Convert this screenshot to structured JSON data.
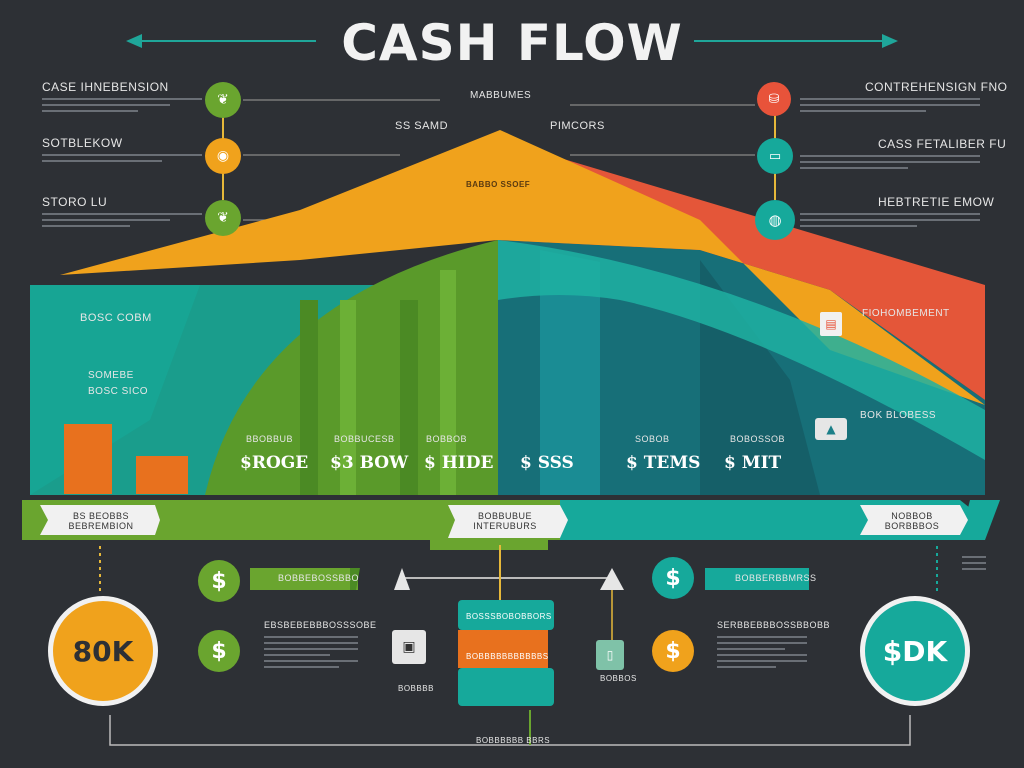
{
  "title": "CASH FLOW",
  "left_items": [
    {
      "label": "CASE IHNEBENSION",
      "color": "#6aa52f",
      "icon": "leaf-icon"
    },
    {
      "label": "SOTBLEKOW",
      "color": "#f0a21c",
      "icon": "coin-icon"
    },
    {
      "label": "STORO LU",
      "color": "#6aa52f",
      "icon": "leaf-icon"
    }
  ],
  "right_items": [
    {
      "label": "CONTREHENSIGN FNO",
      "color": "#e8533a",
      "icon": "bag-icon"
    },
    {
      "label": "CASS FETALIBER FU",
      "color": "#16a99b",
      "icon": "wallet-icon"
    },
    {
      "label": "HEBTRETIE EMOW",
      "color": "#16a99b",
      "icon": "globe-icon"
    }
  ],
  "mountain_labels": {
    "top_center": "MABBUMES",
    "top_left": "SS SAMD",
    "top_right": "PIMCORS",
    "peak": "BABBO SSOEF"
  },
  "panel_labels": {
    "left_head": "BOSC COBM",
    "left_sub": "SOMEBE",
    "left_sub2": "BOSC SICO",
    "right_head": "FIOHOMBEMENT",
    "right_sub": "BOK BLOBESS"
  },
  "column_amounts": [
    {
      "head": "BBOBBUB",
      "value": "$ROGE"
    },
    {
      "head": "BOBBUCESB",
      "value": "$3 BOW"
    },
    {
      "head": "BOBBOB",
      "value": "$ HIDE"
    },
    {
      "head": "",
      "value": "$ SSS"
    },
    {
      "head": "SOBOB",
      "value": "$ TEMS"
    },
    {
      "head": "BOBOSSOB",
      "value": "$ MIT"
    }
  ],
  "banner": {
    "left_label": "BS BEOBBS BEBREMBION",
    "center_label": "BOBBUBUE INTERUBURS",
    "right_label": "NOBBOB BORBBBOS"
  },
  "bottom": {
    "left_value": "80K",
    "right_value": "$DK",
    "dollar_glyph": "$",
    "left_bar": "BOBBEBOSSBBO",
    "left_text_head": "EBSBEBEBBBOSSSOBE",
    "right_bar": "BOBBERBBMRSS",
    "right_text_head": "SERBBEBBBOSSBBOBB",
    "scroll_top": "BOSSSBOBOBBORS",
    "scroll_mid": "BOBBBBBBBBBBBS",
    "center_footer": "BOBBBBBB BBRS",
    "box_caption": "BOBBBB",
    "phone_caption": "BOBBOS"
  },
  "colors": {
    "green": "#6aa52f",
    "orange": "#f0a21c",
    "red": "#e8533a",
    "teal": "#16a99b",
    "dark_teal": "#1b7f88",
    "background": "#2d3035"
  }
}
